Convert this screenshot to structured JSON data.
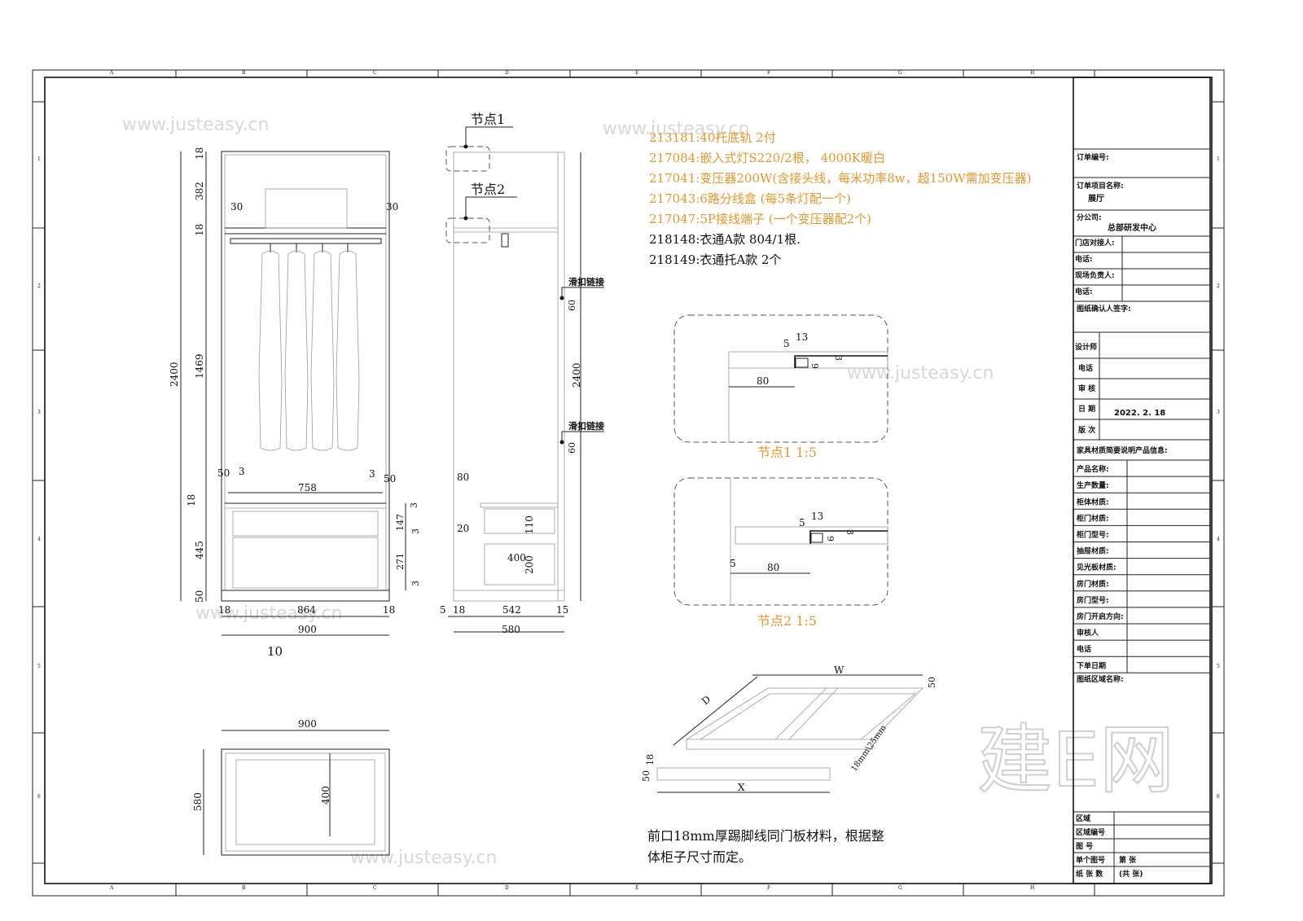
{
  "grid": {
    "columns": [
      "A",
      "B",
      "C",
      "D",
      "E",
      "F",
      "G",
      "H"
    ],
    "rows": [
      "1",
      "2",
      "3",
      "4",
      "5",
      "6"
    ]
  },
  "notes": {
    "orange": [
      "213181:40托底轨 2付",
      "217084:嵌入式灯S220/2根， 4000K暖白",
      "217041:变压器200W(含接头线，每米功率8w，超150W需加变压器)",
      "217043:6路分线盒 (每5条灯配一个)",
      "217047:5P接线端子 (一个变压器配2个)"
    ],
    "black": [
      "218148:衣通A款 804/1根.",
      "218149:衣通托A款 2个"
    ],
    "accent_color": "#e8962a"
  },
  "front_view": {
    "dims_left": [
      "18",
      "382",
      "18",
      "1469",
      "18",
      "445",
      "50"
    ],
    "overall_height": "2400",
    "top_offsets": [
      "30",
      "30"
    ],
    "drawer_dims": [
      "50",
      "3",
      "758",
      "3",
      "50"
    ],
    "drawer_right": [
      "3",
      "147",
      "3",
      "271",
      "3"
    ],
    "bottom_dims": [
      "18",
      "864",
      "18"
    ],
    "overall_width": "900",
    "label": "10"
  },
  "side_view": {
    "node1": "节点1",
    "node2": "节点2",
    "slide_label": "滑扣链接",
    "slide_dim": "60",
    "height": "2400",
    "dims": {
      "d80": "80",
      "d20": "20",
      "d110": "110",
      "d400": "400",
      "d200": "200"
    },
    "bottom_dims": [
      "5",
      "18",
      "542",
      "15"
    ],
    "overall_depth": "580"
  },
  "details": [
    {
      "title": "节点1 1:5",
      "dims": [
        "5",
        "13",
        "3",
        "9",
        "80"
      ]
    },
    {
      "title": "节点2 1:5",
      "dims": [
        "5",
        "13",
        "3",
        "9",
        "5",
        "80"
      ]
    }
  ],
  "plan_view": {
    "width": "900",
    "depth": "580",
    "inner": "400"
  },
  "base_frame": {
    "W": "W",
    "D": "D",
    "h50": "50",
    "section": "18mm\\25mm",
    "kick_18": "18",
    "kick_50": "50",
    "X": "X",
    "note_lines": [
      "前口18mm厚踢脚线同门板材料，根据整",
      "体柜子尺寸而定。"
    ]
  },
  "title_block": {
    "order_no": "订单编号:",
    "project_name_label": "订单项目名称:",
    "project_name": "展厅",
    "branch_label": "分公司:",
    "branch": "总部研发中心",
    "contacts": [
      "门店对接人:",
      "电话:",
      "现场负责人:",
      "电话:"
    ],
    "signature": "图纸确认人签字:",
    "designer": "设计师",
    "phone": "电话",
    "review": "审 核",
    "date_label": "日 期",
    "date": "2022. 2. 18",
    "version": "版 次",
    "materials_title": "家具材质简要说明产品信息:",
    "materials": [
      "产品名称:",
      "生产数量:",
      "柜体材质:",
      "柜门材质:",
      "柜门型号:",
      "抽屉材质:",
      "见光板材质:",
      "房门材质:",
      "房门型号:",
      "房门开启方向:",
      "审核人",
      "电话",
      "下单日期"
    ],
    "area_name": "图纸区域名称:",
    "bottom": [
      "区域",
      "区域编号",
      "图 号",
      "单个图号",
      "纸 张 数"
    ],
    "sheet_no": "第 张",
    "sheet_total": "(共 张)"
  },
  "watermark": {
    "logo": "建E网",
    "site": "www.justeasy.cn"
  }
}
